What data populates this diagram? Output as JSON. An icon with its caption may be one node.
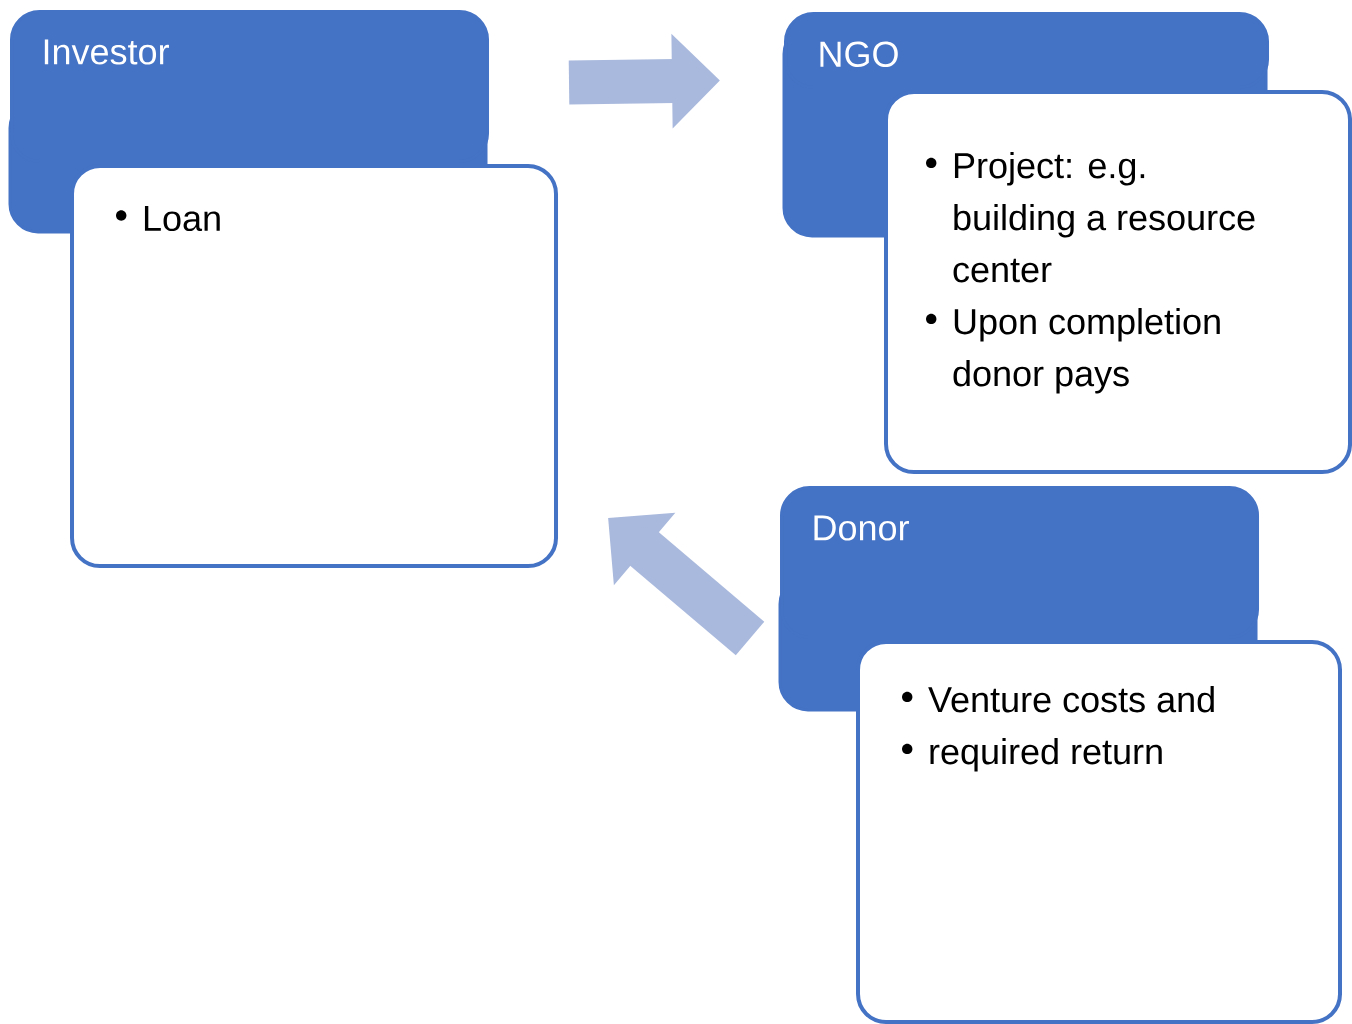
{
  "diagram": {
    "nodes": [
      {
        "text": [
          "Investor"
        ]
      },
      {
        "text": [
          "Loan"
        ]
      },
      {
        "text": [
          "NGO"
        ]
      },
      {
        "text": [
          "Project: e.g. building a resource center",
          "Upon completion donor pays"
        ]
      },
      {
        "text": [
          "Donor"
        ]
      },
      {
        "text": [
          "Venture costs and",
          "required return"
        ]
      }
    ],
    "edges": [
      {
        "from": 0,
        "to": 2,
        "arrow": "to"
      },
      {
        "from": 4,
        "to": 1,
        "arrow": "to"
      }
    ]
  }
}
